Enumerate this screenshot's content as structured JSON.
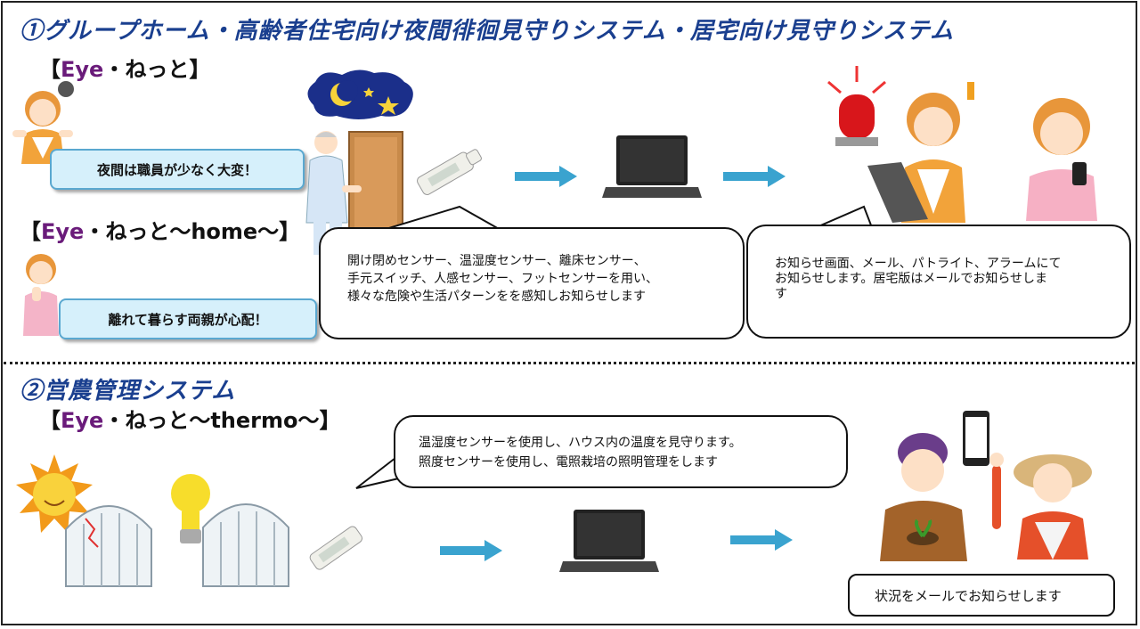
{
  "section1": {
    "title": "①グループホーム・高齢者住宅向け夜間徘徊見守りシステム・居宅向け見守りシステム",
    "product_a": {
      "open": "【",
      "brand": "Eye",
      "name": "・ねっと】"
    },
    "worry_a": "夜間は職員が少なく大変！",
    "product_b": {
      "open": "【",
      "brand": "Eye",
      "name": "・ねっと～home～】"
    },
    "worry_b": "離れて暮らす両親が心配！",
    "sensor_bubble": [
      "開け閉めセンサー、温湿度センサー、離床センサー、",
      "手元スイッチ、人感センサー、フットセンサーを用い、",
      "様々な危険や生活パターンをを感知しお知らせします"
    ],
    "notify_bubble": [
      "お知らせ画面、メール、パトライト、アラームにて",
      "お知らせします。居宅版はメールでお知らせしま",
      "す"
    ]
  },
  "section2": {
    "title": "②営農管理システム",
    "product": {
      "open": "【",
      "brand": "Eye",
      "name": "・ねっと～thermo～】"
    },
    "sensor_bubble": [
      "温湿度センサーを使用し、ハウス内の温度を見守ります。",
      "照度センサーを使用し、電照栽培の照明管理をします"
    ],
    "notify_box": "状況をメールでお知らせします"
  },
  "colors": {
    "title": "#1a3f8f",
    "brand": "#6a1b7a",
    "arrow": "#3aa3cf",
    "box_bg": "#d6f0fb"
  },
  "icons": [
    "worried-woman-icon",
    "moon-stars-icon",
    "elderly-man-door-icon",
    "sensor-device-icon",
    "arrow-right-icon",
    "laptop-icon",
    "patrol-light-icon",
    "staff-woman-laptop-icon",
    "woman-smartphone-icon",
    "sun-icon",
    "greenhouse-icon",
    "light-bulb-icon",
    "smartphone-icon",
    "farmer-man-icon",
    "farmer-woman-icon"
  ]
}
